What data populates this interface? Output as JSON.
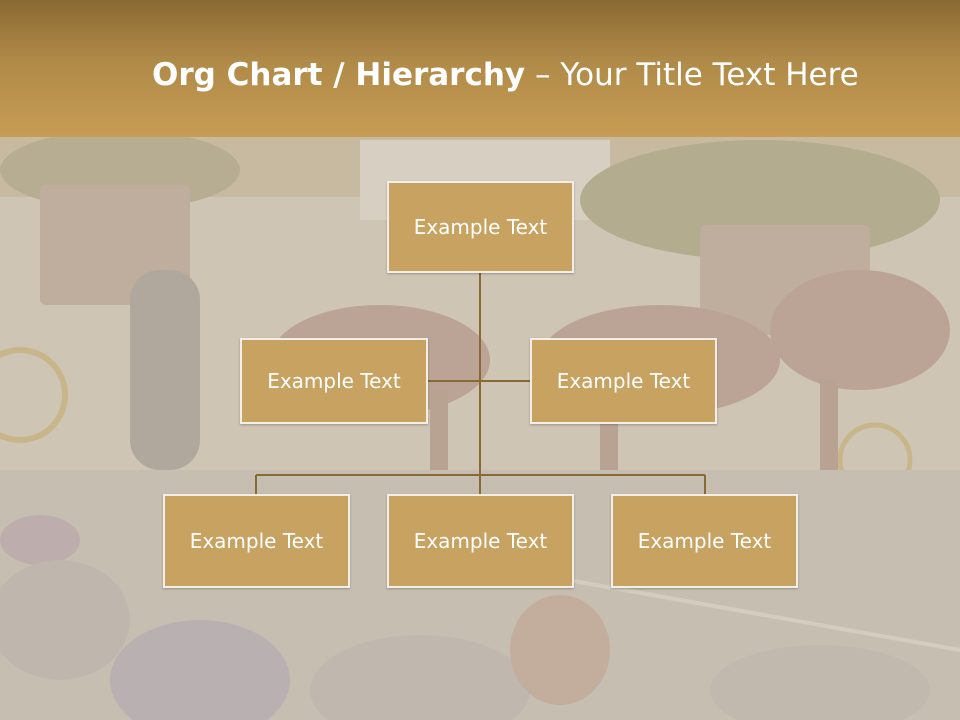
{
  "slide": {
    "title_bold": "Org Chart / Hierarchy",
    "title_dash": " – ",
    "title_rest": "Your Title Text Here"
  },
  "org_chart": {
    "root": {
      "label": "Example Text"
    },
    "level2": [
      {
        "label": "Example Text"
      },
      {
        "label": "Example Text"
      }
    ],
    "level3": [
      {
        "label": "Example Text"
      },
      {
        "label": "Example Text"
      },
      {
        "label": "Example Text"
      }
    ]
  },
  "colors": {
    "header": "#b08a48",
    "node_fill": "#c8a261",
    "node_border": "#f4efe6",
    "connector": "#8a6a34",
    "text": "#ffffff"
  }
}
